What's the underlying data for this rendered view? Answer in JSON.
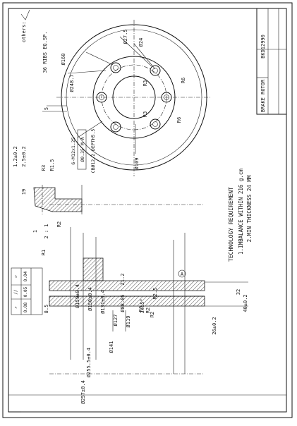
{
  "title_block": {
    "part_name": "BRAKE ROTOR",
    "part_number": "BKD12990"
  },
  "surface_finish_note": "others:",
  "plan_view": {
    "ribs_note": "36 RIBS EQ.SP.",
    "dims": {
      "d160": "Ø160",
      "d27_5": "Ø27.5",
      "d24": "Ø24",
      "d248_7": "Ø248.7",
      "d109": "Ø109",
      "r3a": "R3",
      "r3b": "R3",
      "r6a": "R6",
      "r6b": "R6",
      "r5": "5"
    },
    "thread_note": "6-M12x1.25",
    "position_tol": "Ø0.35 M A",
    "cbore_note": "CBØ12.2 DEPTH5.5"
  },
  "detail_view": {
    "scale": "2 : 1",
    "scale_top": "1",
    "dims": {
      "l1": "1.2±0.2",
      "l2": "2.5±0.2",
      "r3": "R3",
      "r1_5": "R1.5",
      "d19": "19",
      "r2": "R2"
    }
  },
  "section_view": {
    "dims": {
      "d159": "Ø159±0.4",
      "d150": "Ø150±0.4",
      "d131": "Ø131±0.4",
      "d88": "Ø88.05",
      "chamfer": "3x15°",
      "r2_5": "R2.5",
      "d127": "Ø127",
      "d119": "Ø119",
      "d141": "Ø141",
      "d255": "Ø255.5±0.4",
      "d257": "Ø257±0.4",
      "w32": "32",
      "w40": "40±0.2",
      "w26": "26±0.2",
      "w8_5": "8.5",
      "w21": "21.2",
      "r6": "R6",
      "r2a": "R2",
      "r2b": "R2",
      "r1": "R1"
    },
    "fcf": [
      {
        "sym": "▱",
        "val": "0.04"
      },
      {
        "sym": "//",
        "val": "0.05"
      },
      {
        "sym": "↗",
        "val": "0.08"
      }
    ],
    "datum": "A"
  },
  "technology": {
    "heading": "TECHNOLOGY REQUIREMENT",
    "items": [
      "1.IMBALANCE WITHIN 216 g.cm",
      "2.MIN THICKNESS 24 MM"
    ]
  }
}
